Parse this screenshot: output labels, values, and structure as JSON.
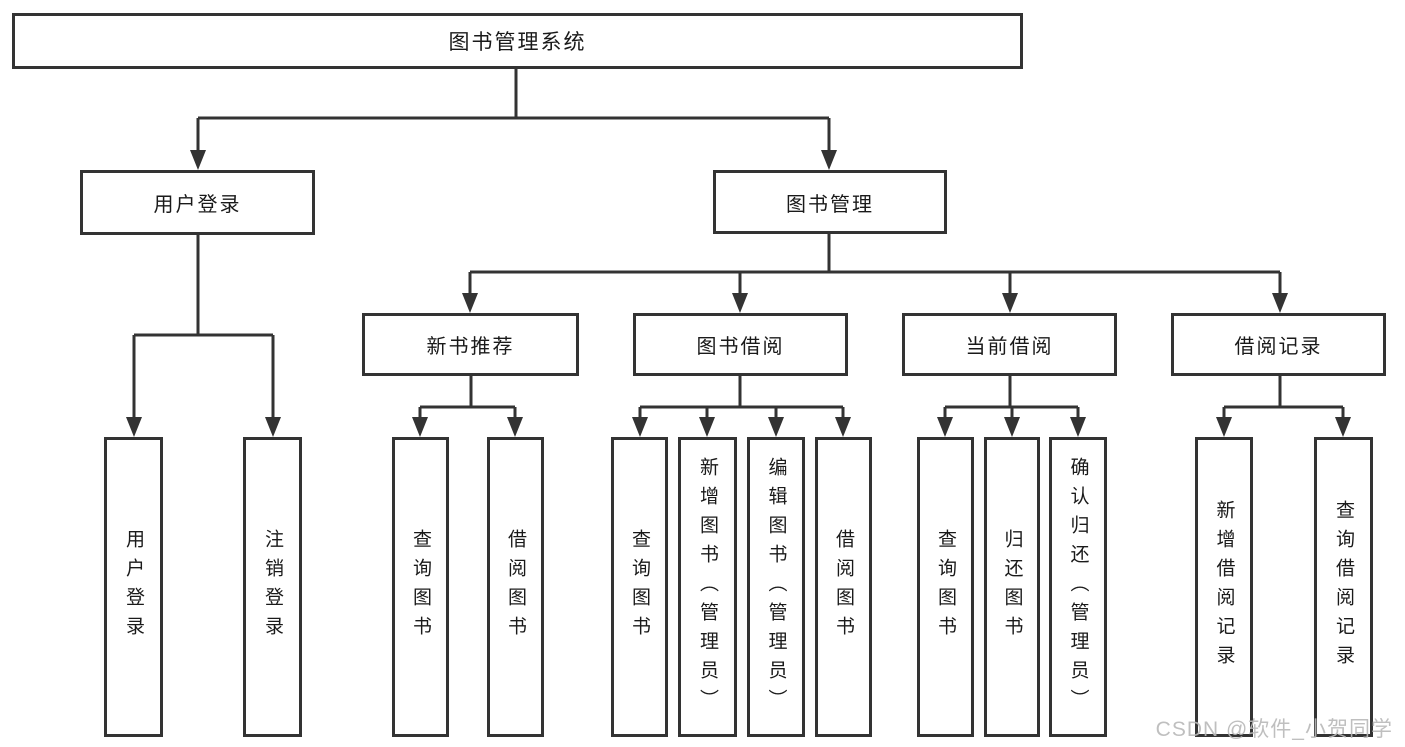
{
  "diagram": {
    "root_label": "图书管理系统",
    "level2": {
      "user_login": {
        "label": "用户登录",
        "leaves": [
          "用户登录",
          "注销登录"
        ]
      },
      "book_management": {
        "label": "图书管理"
      }
    },
    "level3": {
      "new_book": {
        "label": "新书推荐",
        "leaves": [
          "查询图书",
          "借阅图书"
        ]
      },
      "borrow": {
        "label": "图书借阅",
        "leaves": [
          "查询图书",
          "新增图书（管理员）",
          "编辑图书（管理员）",
          "借阅图书"
        ]
      },
      "current": {
        "label": "当前借阅",
        "leaves": [
          "查询图书",
          "归还图书",
          "确认归还（管理员）"
        ]
      },
      "records": {
        "label": "借阅记录",
        "leaves": [
          "新增借阅记录",
          "查询借阅记录"
        ]
      }
    }
  },
  "watermark": {
    "text": "CSDN @软件_小贺同学",
    "color": "#b9b9b9"
  },
  "colors": {
    "line": "#333333",
    "text": "#1a1a1a",
    "background": "#ffffff"
  }
}
